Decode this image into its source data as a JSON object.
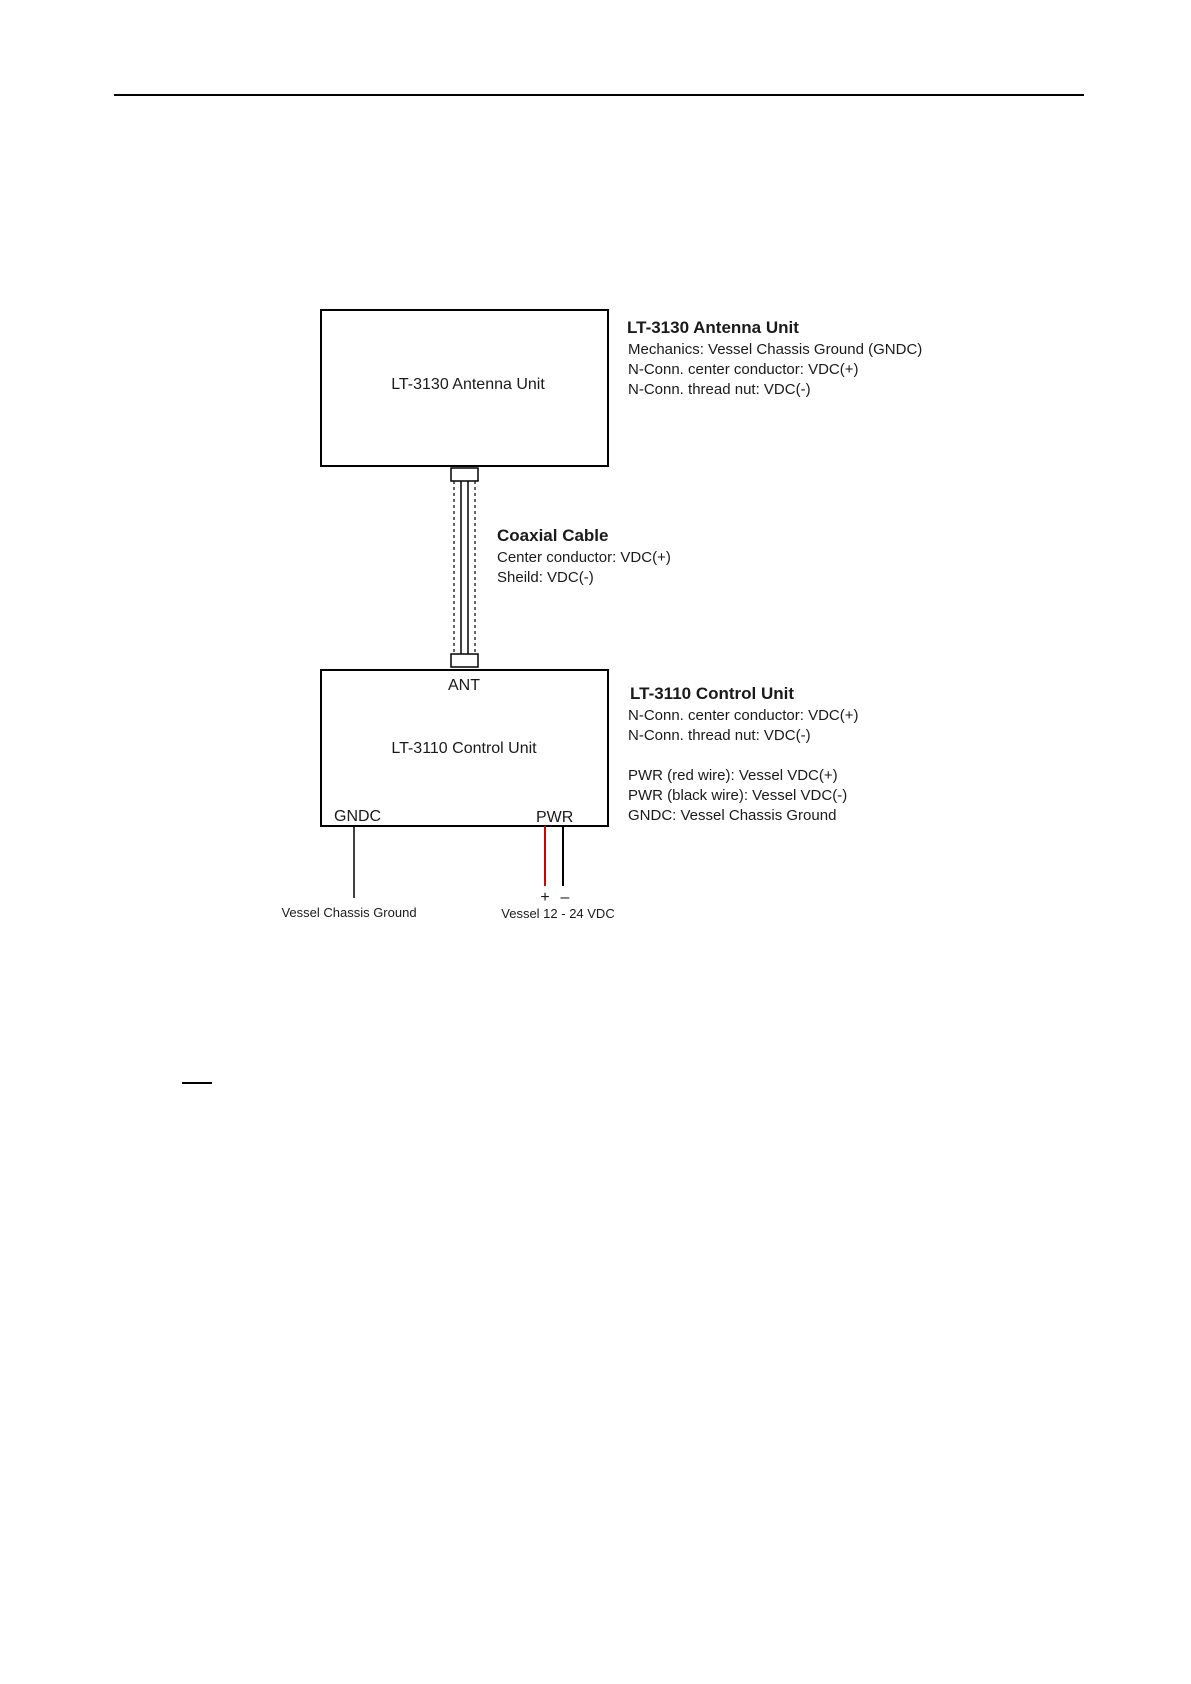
{
  "antenna_unit": {
    "box_label": "LT-3130 Antenna Unit",
    "title": "LT-3130 Antenna Unit",
    "notes": [
      "Mechanics: Vessel Chassis Ground (GNDC)",
      "N-Conn. center conductor: VDC(+)",
      "N-Conn. thread nut: VDC(-)"
    ]
  },
  "coaxial_cable": {
    "title": "Coaxial Cable",
    "notes": [
      "Center conductor: VDC(+)",
      "Sheild: VDC(-)"
    ]
  },
  "control_unit": {
    "box_label": "LT-3110 Control Unit",
    "port_ant": "ANT",
    "port_gndc": "GNDC",
    "port_pwr": "PWR",
    "title": "LT-3110 Control Unit",
    "notes": [
      "N-Conn. center conductor: VDC(+)",
      "N-Conn. thread nut: VDC(-)",
      "PWR (red wire): Vessel VDC(+)",
      "PWR (black wire): Vessel VDC(-)",
      "GNDC: Vessel Chassis Ground"
    ]
  },
  "ground_label": "Vessel Chassis Ground",
  "power": {
    "plus": "+",
    "minus": "–",
    "label": "Vessel 12 - 24 VDC",
    "red_wire_color": "#cc0000",
    "black_wire_color": "#000000"
  }
}
